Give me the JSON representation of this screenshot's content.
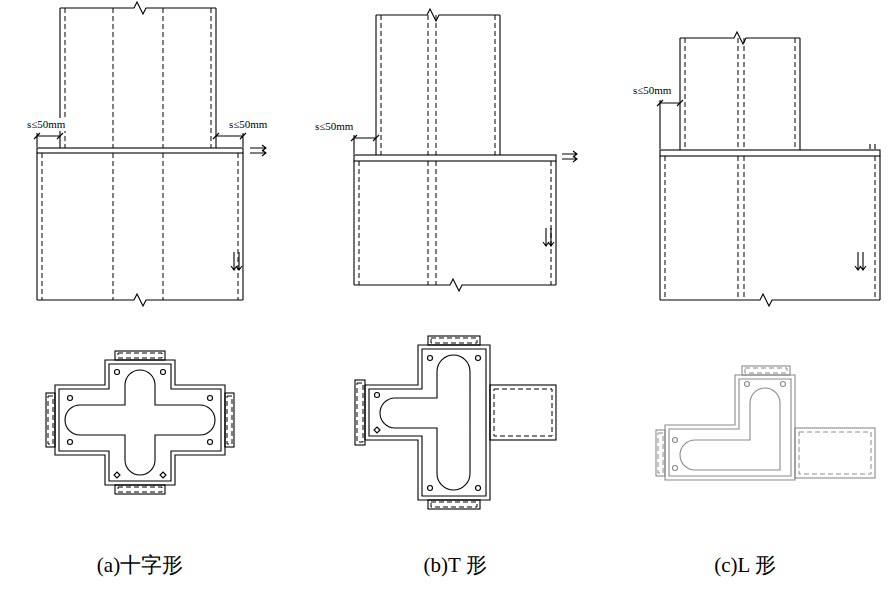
{
  "diagram": {
    "labels": [
      "s≤50mm",
      "s≤50mm",
      "s≤50mm",
      "s≤50mm",
      "(a)十字形",
      "(b)T 形",
      "(c)L 形"
    ]
  }
}
